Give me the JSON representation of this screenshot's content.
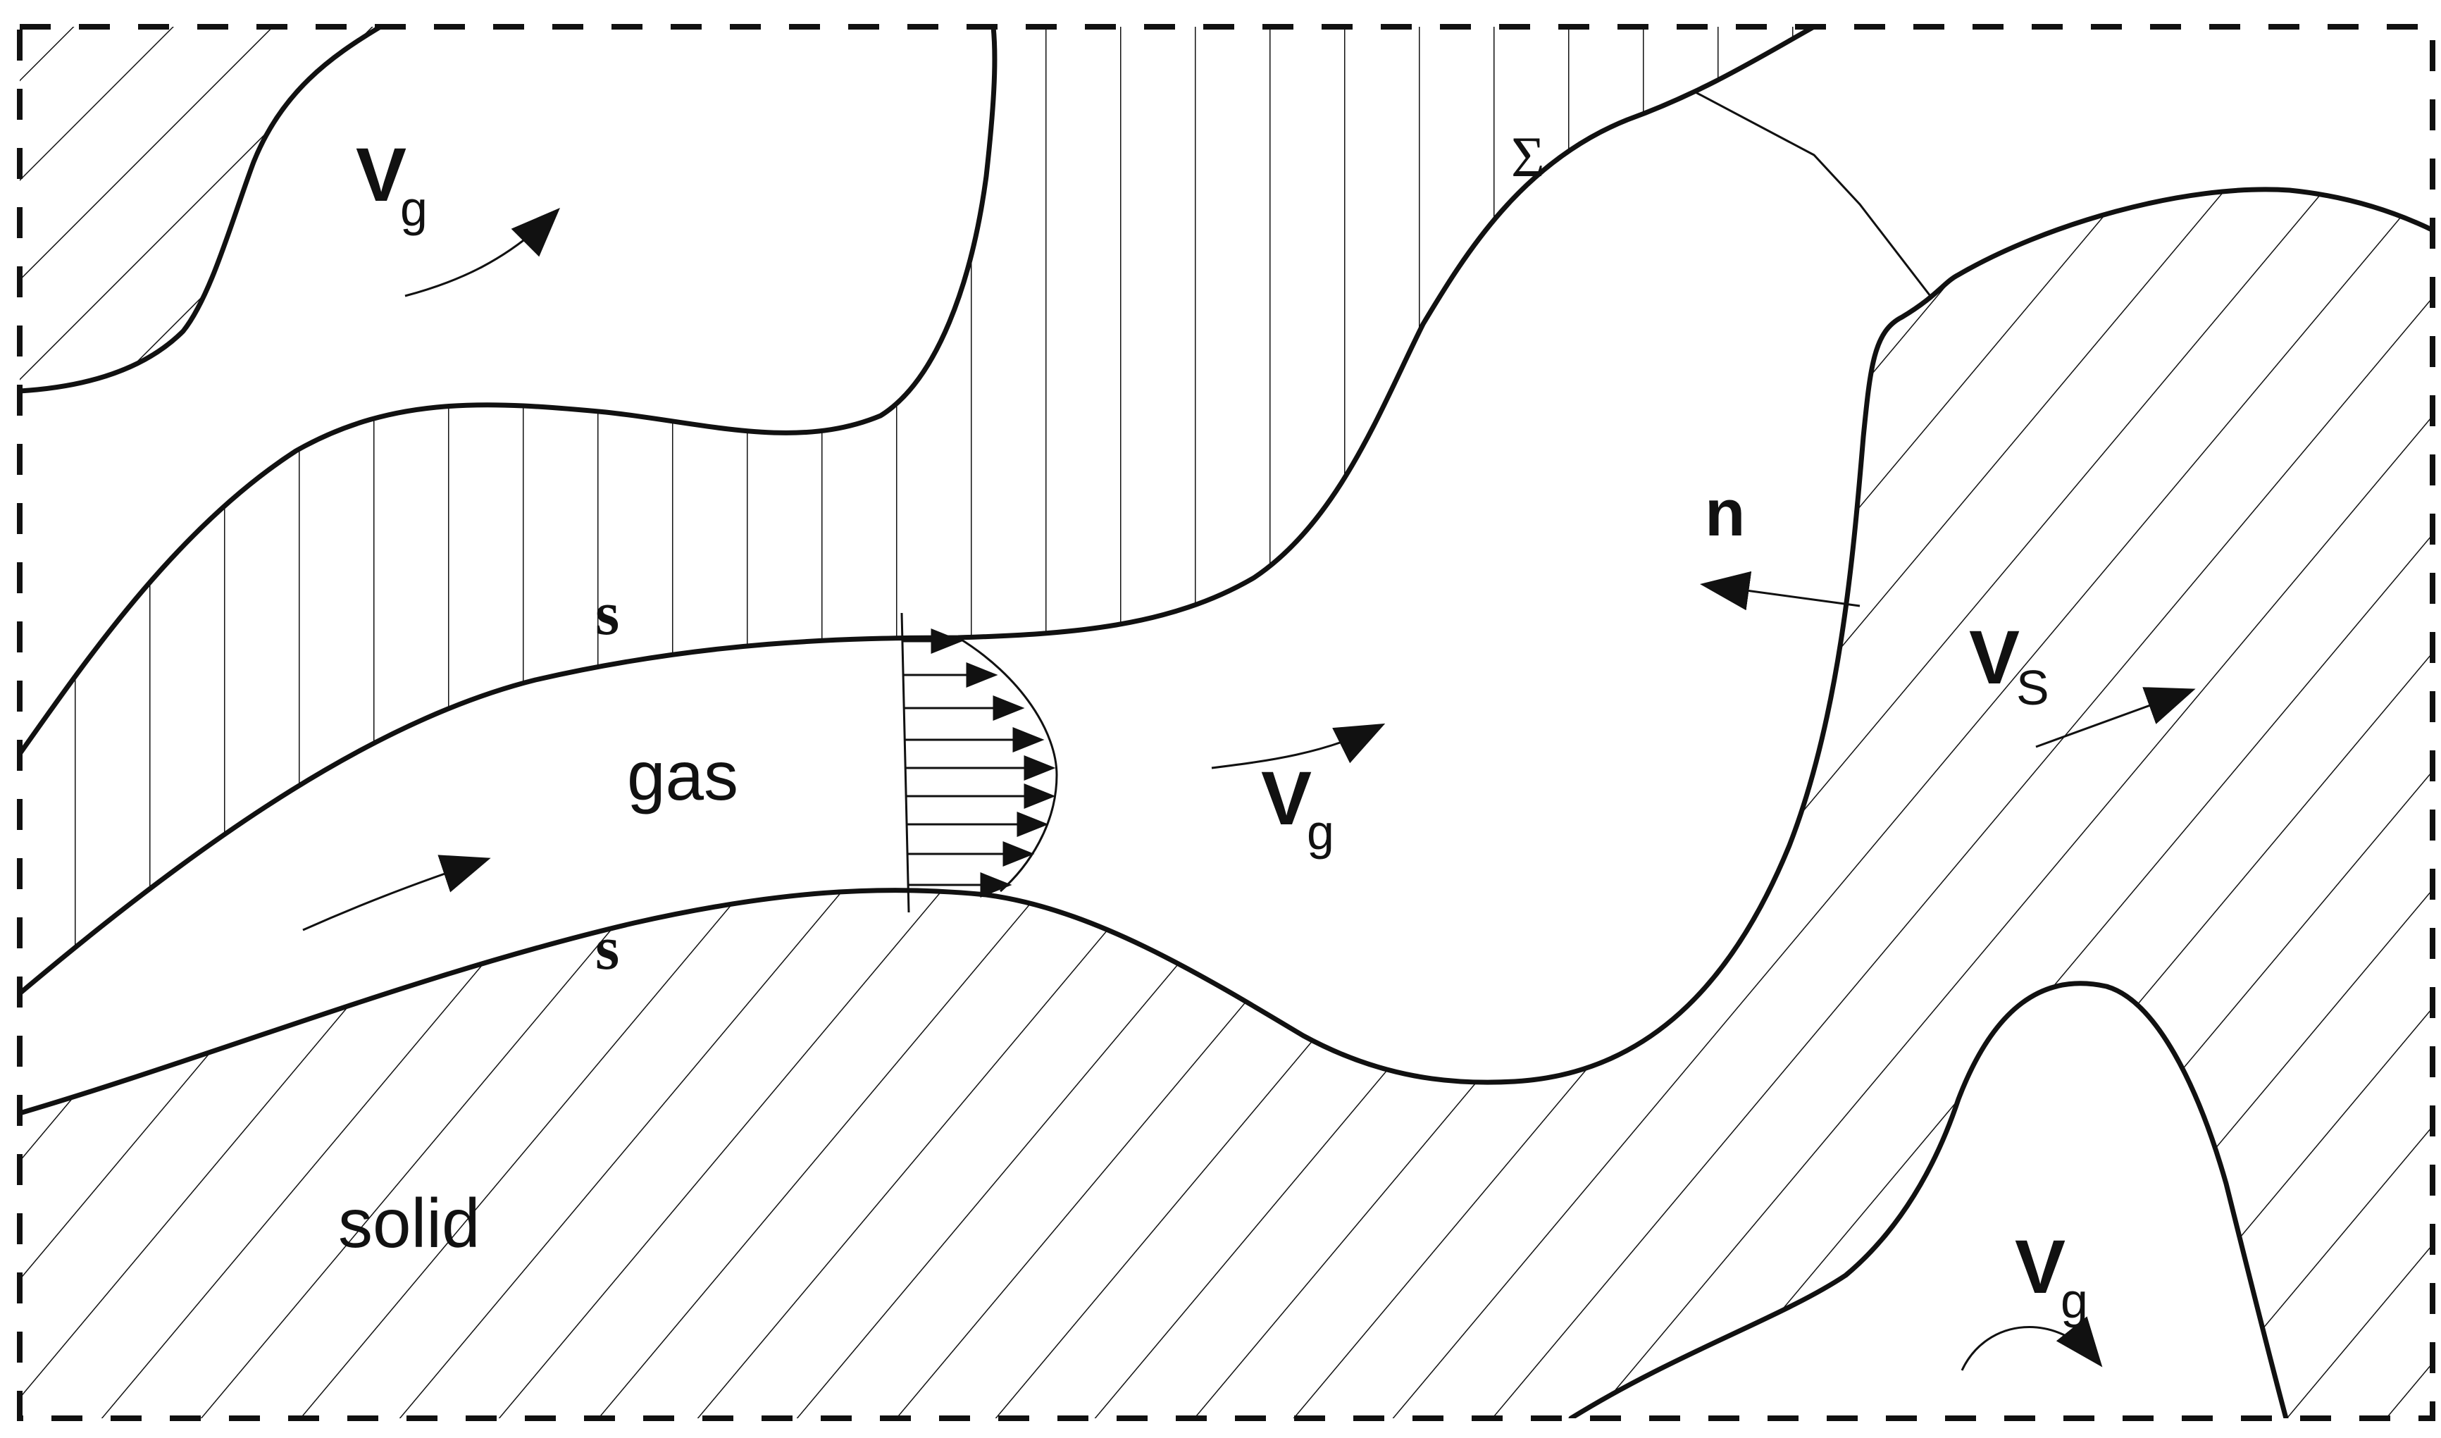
{
  "labels": {
    "gas": "gas",
    "solid": "solid",
    "interface_top": "s",
    "interface_bottom": "s",
    "normal": "n",
    "surface": "Σ",
    "gas_velocity_symbol": "V",
    "gas_velocity_subscript": "g",
    "solid_velocity_symbol": "V",
    "solid_velocity_subscript": "S"
  },
  "colors": {
    "stroke": "#111111",
    "background": "#ffffff"
  }
}
